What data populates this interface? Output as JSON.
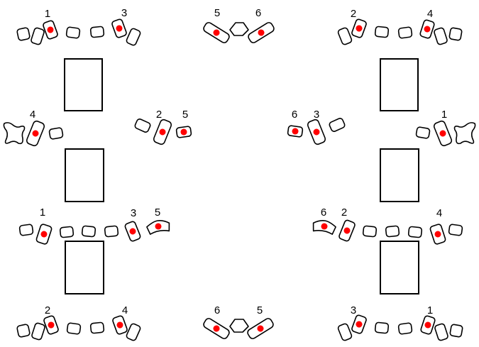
{
  "colors": {
    "marker": "#ff0000",
    "outline": "#000000",
    "background": "#ffffff"
  },
  "labels": {
    "tl_1": "1",
    "tl_3": "3",
    "tc_5": "5",
    "tc_6": "6",
    "tr_2": "2",
    "tr_4": "4",
    "ml_4": "4",
    "ml_2": "2",
    "ml_5": "5",
    "mr_6": "6",
    "mr_3": "3",
    "mr_1": "1",
    "ll_1": "1",
    "ll_3": "3",
    "ll_5": "5",
    "lr_6": "6",
    "lr_2": "2",
    "lr_4": "4",
    "bl_2": "2",
    "bl_4": "4",
    "bc_6": "6",
    "bc_5": "5",
    "br_3": "3",
    "br_1": "1"
  }
}
